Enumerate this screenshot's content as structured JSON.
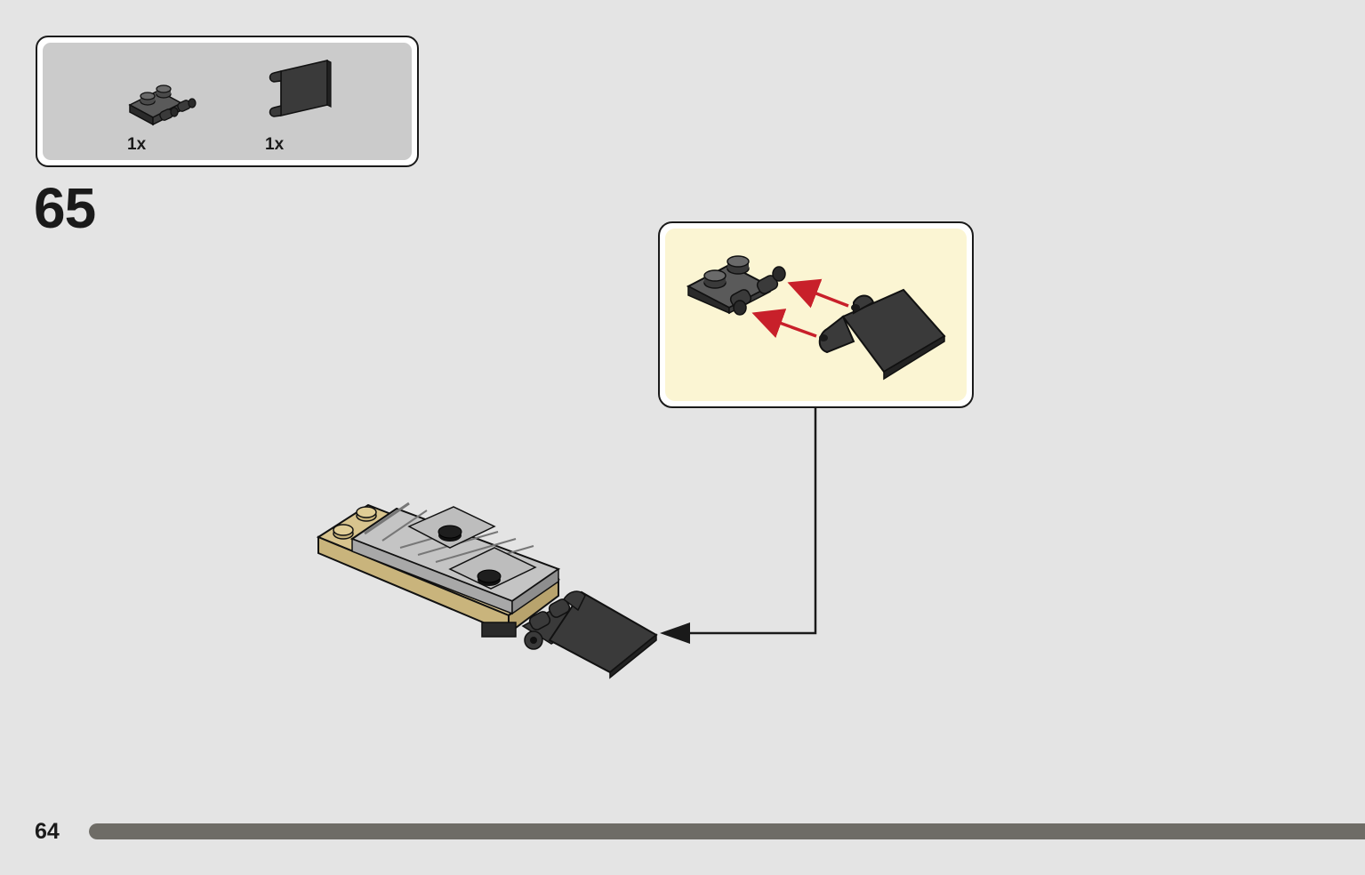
{
  "parts_list": {
    "items": [
      {
        "name": "plate-with-clips-part",
        "quantity": "1x",
        "color": "#3a3a3a"
      },
      {
        "name": "flag-with-clips-part",
        "quantity": "1x",
        "color": "#3a3a3a"
      }
    ]
  },
  "step": {
    "number": "65"
  },
  "callout": {
    "background": "#fbf5d3",
    "arrow_color": "#c8202a"
  },
  "footer": {
    "page_number": "64",
    "progress": 1.0
  }
}
